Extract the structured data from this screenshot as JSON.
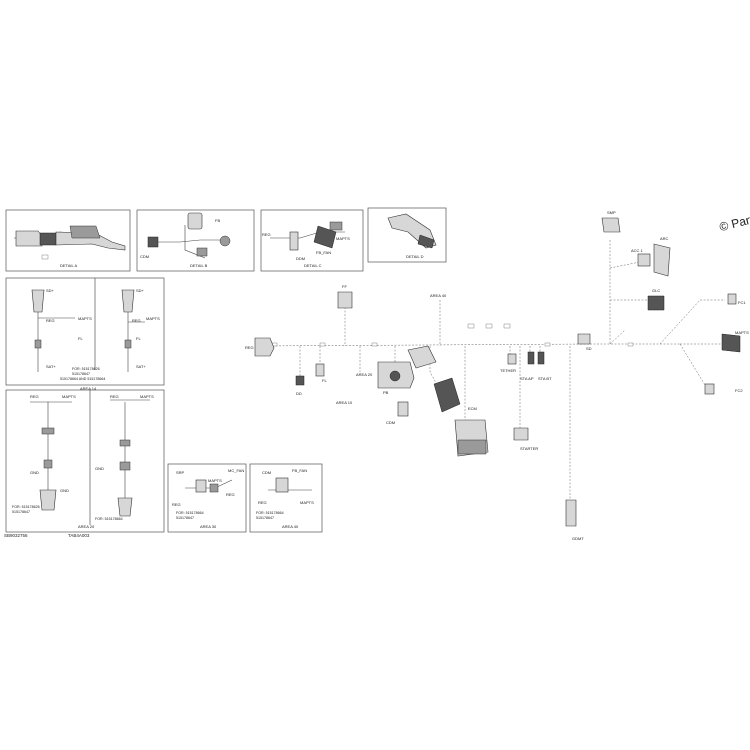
{
  "watermark": "© Partzilla.com",
  "figure_number": "SB9032756",
  "reference_code": "TAB4A003",
  "details": [
    {
      "label": "DETAIL A"
    },
    {
      "label": "DETAIL B",
      "parts": [
        "FB",
        "CDM"
      ]
    },
    {
      "label": "DETAIL C",
      "parts": [
        "REG",
        "MAPTS",
        "FB_FAN",
        "DDM"
      ]
    },
    {
      "label": "DETAIL D"
    }
  ],
  "area14": {
    "label": "AREA 14",
    "left_parts": [
      "SD+",
      "REG",
      "SAT+"
    ],
    "right_parts": [
      "SD+",
      "REG",
      "MAPTS",
      "FL",
      "SAT+"
    ],
    "shared_parts": [
      "MAPTS",
      "FL"
    ],
    "left_note": [
      "FOR: 515178626",
      "515178647"
    ],
    "right_note": [
      "515178664 AND 515178664"
    ]
  },
  "area20": {
    "label": "AREA 20",
    "left_parts": [
      "REG",
      "MAPTS",
      "GND",
      "GND"
    ],
    "right_parts": [
      "REG",
      "MAPTS",
      "GND"
    ],
    "left_note": [
      "FOR: 515178626",
      "515178647"
    ],
    "right_note": [
      "FOR: 515178664"
    ]
  },
  "area30": {
    "label": "AREA 30",
    "parts": [
      "SRP",
      "MAPTS",
      "REG",
      "REG",
      "MC_FAN"
    ],
    "note": [
      "FOR: 515178664",
      "515178647"
    ]
  },
  "area40": {
    "label": "AREA 40",
    "parts": [
      "FB_FAN",
      "CDM",
      "REG",
      "MAPTS"
    ],
    "note": [
      "FOR: 515178664",
      "515178647"
    ]
  },
  "main_labels": {
    "ff": "FF",
    "area40": "AREA 40",
    "reg": "REG",
    "area20": "AREA 20",
    "area10": "AREA 10",
    "fl": "FL",
    "dd": "DD",
    "pb": "PB",
    "cdm": "CDM",
    "ecm": "ECM",
    "tether": "TETHER",
    "sta_ap": "STA AP",
    "sta_bt": "STA BT",
    "starter": "STARTER",
    "smp": "SMP",
    "acc1": "ACC 1",
    "arc": "ARC",
    "glc": "GLC",
    "fc1": "FC1",
    "mapts": "MAPTS",
    "fc2": "FC2",
    "sd": "SD",
    "gdmt": "GDMT"
  }
}
